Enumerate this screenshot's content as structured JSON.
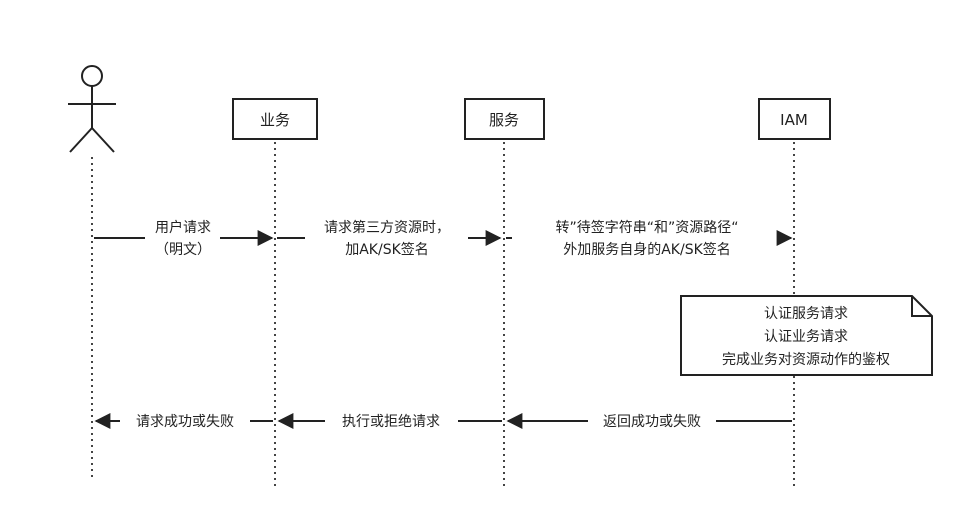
{
  "participants": {
    "user": {
      "icon": "person-icon"
    },
    "business": {
      "label": "业务"
    },
    "service": {
      "label": "服务"
    },
    "iam": {
      "label": "IAM"
    }
  },
  "messages": {
    "m1": {
      "line1": "用户请求",
      "line2": "（明文）"
    },
    "m2": {
      "line1": "请求第三方资源时，",
      "line2": "加AK/SK签名"
    },
    "m3": {
      "line1": "转”待签字符串“和”资源路径“",
      "line2": "外加服务自身的AK/SK签名"
    },
    "r1": {
      "label": "返回成功或失败"
    },
    "r2": {
      "label": "执行或拒绝请求"
    },
    "r3": {
      "label": "请求成功或失败"
    }
  },
  "note": {
    "line1": "认证服务请求",
    "line2": "认证业务请求",
    "line3": "完成业务对资源动作的鉴权"
  },
  "colors": {
    "line": "#222222",
    "lifeline": "#444444",
    "box_fill": "#ffffff"
  }
}
